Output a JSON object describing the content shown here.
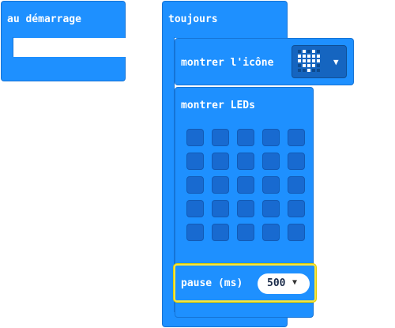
{
  "blocks": {
    "on_start": {
      "label": "au démarrage"
    },
    "forever": {
      "label": "toujours"
    },
    "show_icon": {
      "label": "montrer l'icône",
      "selected_icon": "heart-icon",
      "dropdown_caret": "▼"
    },
    "show_leds": {
      "label": "montrer LEDs",
      "grid_rows": 5,
      "grid_cols": 5,
      "leds": [
        [
          false,
          false,
          false,
          false,
          false
        ],
        [
          false,
          false,
          false,
          false,
          false
        ],
        [
          false,
          false,
          false,
          false,
          false
        ],
        [
          false,
          false,
          false,
          false,
          false
        ],
        [
          false,
          false,
          false,
          false,
          false
        ]
      ]
    },
    "pause": {
      "label": "pause (ms)",
      "value": "500",
      "dropdown_caret": "▼"
    }
  },
  "colors": {
    "block_blue": "#1e90ff",
    "led_off": "#186ad0",
    "selection_highlight": "#f7e53b"
  }
}
